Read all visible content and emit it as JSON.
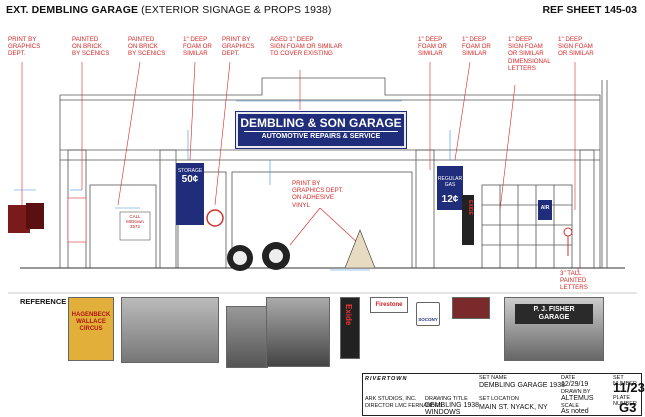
{
  "header": {
    "title": "EXT. DEMBLING GARAGE",
    "subtitle": "(EXTERIOR SIGNAGE & PROPS 1938)",
    "ref_sheet": "REF SHEET 145-03"
  },
  "callouts": [
    "PRINT BY\nGRAPHICS\nDEPT.",
    "PAINTED\nON BRICK\nBY SCENICS",
    "PAINTED\nON BRICK\nBY SCENICS",
    "1\" DEEP\nFOAM OR\nSIMILAR",
    "PRINT BY\nGRAPHICS\nDEPT.",
    "AGED 1\" DEEP\nSIGN FOAM OR SIMILAR\nTO COVER EXISTING",
    "1\" DEEP\nFOAM OR\nSIMILAR",
    "1\" DEEP\nFOAM OR\nSIMILAR",
    "1\" DEEP\nSIGN FOAM\nOR SIMILAR\nDIMENSIONAL\nLETTERS",
    "1\" DEEP\nSIGN FOAM\nOR SIMILAR",
    "PRINT BY\nGRAPHICS DEPT.\nON ADHESIVE\nVINYL",
    "3\" TALL\nPAINTED\nLETTERS"
  ],
  "main_sign": {
    "line1": "DEMBLING & SON GARAGE",
    "line2": "AUTOMOTIVE REPAIRS & SERVICE"
  },
  "small_signs": {
    "storage_price": "50¢",
    "storage_label": "STORAGE",
    "gas_label": "REGULAR\nGAS",
    "gas_price": "12¢",
    "oil_label": "CALL\nMIDtown\n3572",
    "exide": "EXIDE",
    "air": "AIR"
  },
  "reference": {
    "label": "REFERENCE",
    "poster_text": "HAGENBECK\nWALLACE\nCIRCUS",
    "firestone": "Firestone",
    "exide": "Exide",
    "socony": "SOCONY",
    "garage_sign": "P. J. FISHER\nGARAGE"
  },
  "title_block": {
    "logo": "RIVERTOWN",
    "set_name_label": "SET NAME",
    "set_name": "DEMBLING GARAGE 1938",
    "drawing_title_label": "DRAWING TITLE",
    "drawing_title": "DEMBLING 1938\nWINDOWS",
    "set_location_label": "SET LOCATION",
    "set_location": "MAIN ST. NYACK, NY",
    "date_label": "DATE",
    "date": "12/29/19",
    "drawn_by_label": "DRAWN BY",
    "drawn_by": "ALTEMUS",
    "scale_label": "SCALE",
    "scale": "As noted",
    "set_number_label": "SET NUMBER",
    "set_number": "11/23",
    "plate_number_label": "PLATE NUMBER",
    "plate_number": "G3",
    "studio_label": "ARK STUDIOS, INC.",
    "director_label": "DIRECTOR LMC FERNANDES"
  },
  "colors": {
    "accent_red": "#d62828",
    "sign_blue": "#1f2d7a",
    "dimension_blue": "#3b8fd9"
  }
}
